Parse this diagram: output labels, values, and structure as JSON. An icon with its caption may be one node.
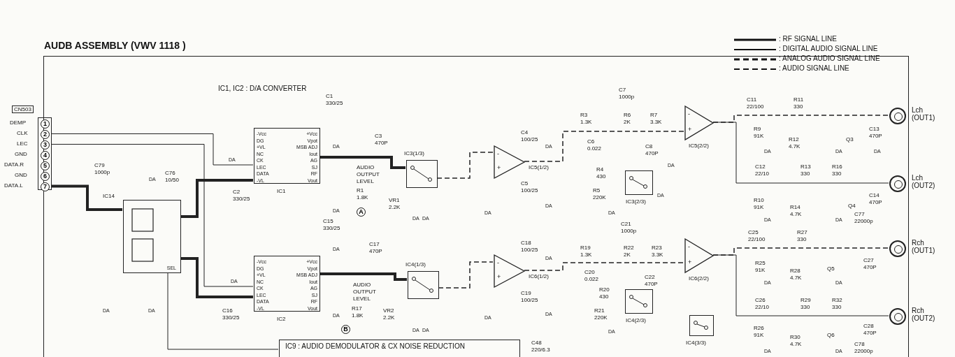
{
  "diagram": {
    "nodes": [
      {
        "text": [
          "AUDB ASSEMBLY (VWV 1118 )"
        ]
      },
      {
        "text": [
          "CN503"
        ]
      },
      {
        "text": [
          "-Vcc",
          "DG",
          "+VL",
          "NC",
          "CK",
          "LEC",
          "DATA",
          "-VL",
          "+Vcc",
          "Vpot",
          "MSB ADJ",
          "Iout",
          "AG",
          "SJ",
          "RF",
          "Vout"
        ],
        "beside": [
          "IC1"
        ],
        "in": 0
      },
      {
        "text": [
          "-Vcc",
          "DG",
          "+VL",
          "NC",
          "CK",
          "LEC",
          "DATA",
          "-VL",
          "+Vcc",
          "Vpot",
          "MSB ADJ",
          "Iout",
          "AG",
          "SJ",
          "RF",
          "Vout"
        ],
        "beside": [
          "IC2"
        ],
        "in": 0
      },
      {
        "text": [
          "SEL"
        ],
        "beside": [
          "IC14"
        ],
        "in": 0
      },
      {
        "text": [],
        "shape": "box",
        "beside": [
          "IC3(1/3)"
        ],
        "in": 0
      },
      {
        "text": [
          "-",
          "+"
        ],
        "beside": [
          "IC5(1/2)"
        ],
        "in": 0
      },
      {
        "text": [],
        "shape": "box",
        "beside": [
          "IC4(1/3)"
        ],
        "in": 0
      },
      {
        "text": [
          "-",
          "+"
        ],
        "beside": [
          "IC6(1/2)"
        ],
        "in": 0
      },
      {
        "text": [],
        "shape": "box",
        "beside": [
          "IC3(2/3)"
        ],
        "in": 0
      },
      {
        "text": [],
        "shape": "box",
        "beside": [
          "IC4(2/3)"
        ],
        "in": 0
      },
      {
        "text": [
          "-",
          "+"
        ],
        "beside": [
          "IC5(2/2)"
        ],
        "in": 0
      },
      {
        "text": [
          "-",
          "+"
        ],
        "beside": [
          "IC6(2/2)"
        ],
        "in": 0
      },
      {
        "text": [],
        "shape": "box",
        "beside": [
          "IC4(3/3)"
        ],
        "in": 0
      },
      {
        "text": [],
        "shape": "circle",
        "beside": [
          "Lch",
          "(OUT1)"
        ],
        "in": 0
      },
      {
        "text": [],
        "shape": "circle",
        "beside": [
          "Lch",
          "(OUT2)"
        ],
        "in": 0
      },
      {
        "text": [],
        "shape": "circle",
        "beside": [
          "Rch",
          "(OUT1)"
        ],
        "in": 0
      },
      {
        "text": [],
        "shape": "circle",
        "beside": [
          "Rch",
          "(OUT2)"
        ],
        "in": 0
      },
      {
        "text": [
          "IC9 : AUDIO DEMODULATOR & CX NOISE REDUCTION"
        ],
        "in": 0
      }
    ],
    "edges": [
      {
        "from": 1,
        "to": 2,
        "arrow": "none"
      },
      {
        "from": 1,
        "to": 3,
        "arrow": "none"
      },
      {
        "from": 1,
        "to": 4,
        "arrow": "none",
        "style": "thick"
      },
      {
        "from": 4,
        "to": 2,
        "arrow": "none",
        "style": "thick"
      },
      {
        "from": 4,
        "to": 3,
        "arrow": "none",
        "style": "thick"
      },
      {
        "from": 2,
        "to": 5,
        "arrow": "none",
        "style": "thick"
      },
      {
        "from": 5,
        "to": 6,
        "arrow": "none",
        "style": "dashed"
      },
      {
        "from": 6,
        "to": 11,
        "arrow": "none",
        "style": "dashed"
      },
      {
        "from": 11,
        "to": 14,
        "arrow": "none",
        "style": "dashed"
      },
      {
        "from": 11,
        "to": 15,
        "arrow": "none"
      },
      {
        "from": 3,
        "to": 7,
        "arrow": "none",
        "style": "thick"
      },
      {
        "from": 7,
        "to": 8,
        "arrow": "none",
        "style": "dashed"
      },
      {
        "from": 8,
        "to": 12,
        "arrow": "none",
        "style": "dashed"
      },
      {
        "from": 12,
        "to": 16,
        "arrow": "none",
        "style": "dashed"
      },
      {
        "from": 12,
        "to": 17,
        "arrow": "none"
      },
      {
        "from": 4,
        "to": 18,
        "arrow": "none"
      }
    ],
    "labels": [
      "DEMP",
      "1",
      "CLK",
      "2",
      "LEC",
      "3",
      "GND",
      "4",
      "DATA.R",
      "5",
      "GND",
      "6",
      "DATA.L",
      "7",
      "IC1, IC2 : D/A CONVERTER",
      "C1 330/25",
      "C79 1000p",
      "C76 10/50",
      "C2 330/25",
      "C3 470P",
      "AUDIO OUTPUT LEVEL",
      "R1 1.8K",
      "VR1 2.2K",
      "A",
      "C4 100/25",
      "C5 100/25",
      "C7 1000p",
      "R3 1.3K",
      "R6 2K",
      "R7 3.3K",
      "C6 0.022",
      "C8 470P",
      "R4 430",
      "R5 220K",
      "C11 22/100",
      "R11 330",
      "R9 91K",
      "R12 4.7K",
      "Q3",
      "C13 470P",
      "C12 22/10",
      "R13 330",
      "R16 330",
      "R10 91K",
      "R14 4.7K",
      "Q4",
      "C14 470P",
      "C77 22000p",
      "C15 330/25",
      "C16 330/25",
      "C17 470P",
      "AUDIO OUTPUT LEVEL",
      "R17 1.8K",
      "VR2 2.2K",
      "B",
      "C18 100/25",
      "C19 100/25",
      "C48 220/6.3",
      "C21 1000p",
      "R19 1.3K",
      "R22 2K",
      "R23 3.3K",
      "C20 0.022",
      "C22 470P",
      "R20 430",
      "R21 220K",
      "C25 22/100",
      "R27 330",
      "R25 91K",
      "R28 4.7K",
      "Q5",
      "C27 470P",
      "C26 22/10",
      "R29 330",
      "R32 330",
      "R26 91K",
      "R30 4.7K",
      "Q6",
      "C28 470P",
      "C78 22000p",
      "DA",
      "DA",
      "DA",
      "DA",
      "DA",
      "DA",
      "DA",
      "DA",
      "DA",
      "DA",
      "DA",
      "DA",
      "DA",
      "DA",
      "DA",
      "DA",
      "DA",
      "DA",
      "DA",
      "DA",
      "DA",
      "DA",
      "DA",
      "DA",
      "DA",
      "DA",
      "DA",
      "DA",
      "DA",
      "DA",
      "DA",
      "DA"
    ],
    "legend": [
      {
        "text": ": RF SIGNAL LINE"
      },
      {
        "text": ": DIGITAL AUDIO SIGNAL LINE"
      },
      {
        "text": ": ANALOG AUDIO SIGNAL LINE"
      },
      {
        "text": ": AUDIO SIGNAL LINE"
      }
    ]
  }
}
